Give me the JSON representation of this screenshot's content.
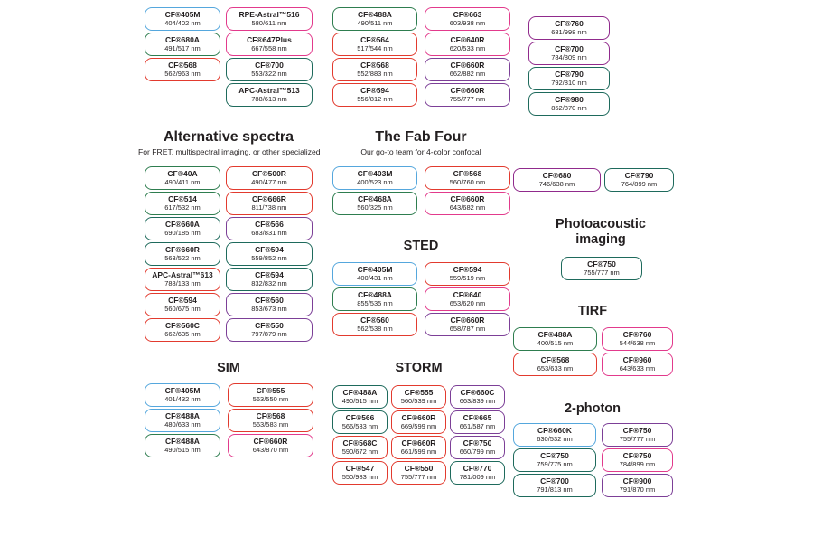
{
  "palette": {
    "blue": "#55a7dd",
    "green": "#2e7d4f",
    "teal": "#1e6a5c",
    "red": "#e23a2e",
    "pink": "#e23a8c",
    "purple": "#7c3f97",
    "plum": "#902a8c",
    "text": "#231f20"
  },
  "headers": {
    "alternative_title": "Alternative spectra",
    "alternative_subtitle": "For FRET, multispectral imaging, or other specialized",
    "fabfour_title": "The Fab Four",
    "fabfour_subtitle": "Our go-to team for 4-color confocal",
    "sted_title": "STED",
    "sim_title": "SIM",
    "storm_title": "STORM",
    "photoacoustic_title": "Photoacoustic imaging",
    "tirf_title": "TIRF",
    "twophoton_title": "2-photon"
  },
  "groups": {
    "top_col_1": [
      {
        "n": "CF®405M",
        "r": "404/402 nm",
        "c": "blue"
      },
      {
        "n": "CF®680A",
        "r": "491/517 nm",
        "c": "green"
      },
      {
        "n": "CF®568",
        "r": "562/963 nm",
        "c": "red"
      }
    ],
    "top_col_2": [
      {
        "n": "RPE-Astral™516",
        "r": "580/611 nm",
        "c": "pink"
      },
      {
        "n": "CF®647Plus",
        "r": "667/558 nm",
        "c": "pink"
      },
      {
        "n": "CF®700",
        "r": "553/322 nm",
        "c": "teal"
      },
      {
        "n": "APC-Astral™513",
        "r": "788/613 nm",
        "c": "teal"
      }
    ],
    "top_col_3": [
      {
        "n": "CF®488A",
        "r": "490/511 nm",
        "c": "green"
      },
      {
        "n": "CF®564",
        "r": "517/544 nm",
        "c": "red"
      },
      {
        "n": "CF®568",
        "r": "552/883 nm",
        "c": "red"
      },
      {
        "n": "CF®594",
        "r": "556/812 nm",
        "c": "red"
      }
    ],
    "top_col_4": [
      {
        "n": "CF®663",
        "r": "603/938 nm",
        "c": "pink"
      },
      {
        "n": "CF®640R",
        "r": "620/533 nm",
        "c": "pink"
      },
      {
        "n": "CF®660R",
        "r": "662/882 nm",
        "c": "purple"
      },
      {
        "n": "CF®660R",
        "r": "755/777 nm",
        "c": "purple"
      }
    ],
    "top_col_5": [
      {
        "n": "CF®760",
        "r": "681/998 nm",
        "c": "plum"
      },
      {
        "n": "CF®700",
        "r": "784/809 nm",
        "c": "plum"
      },
      {
        "n": "CF®790",
        "r": "792/810 nm",
        "c": "teal"
      },
      {
        "n": "CF®980",
        "r": "852/870 nm",
        "c": "teal"
      }
    ],
    "alt_left": [
      {
        "n": "CF®40A",
        "r": "490/411 nm",
        "c": "green"
      },
      {
        "n": "CF®514",
        "r": "617/532 nm",
        "c": "green"
      },
      {
        "n": "CF®660A",
        "r": "690/185 nm",
        "c": "teal"
      },
      {
        "n": "CF®660R",
        "r": "563/522 nm",
        "c": "teal"
      },
      {
        "n": "APC-Astral™613",
        "r": "788/133 nm",
        "c": "red"
      },
      {
        "n": "CF®594",
        "r": "560/675 nm",
        "c": "red"
      },
      {
        "n": "CF®560C",
        "r": "662/635 nm",
        "c": "red"
      }
    ],
    "alt_right": [
      {
        "n": "CF®500R",
        "r": "490/477 nm",
        "c": "red"
      },
      {
        "n": "CF®666R",
        "r": "811/738 nm",
        "c": "red"
      },
      {
        "n": "CF®566",
        "r": "683/831 nm",
        "c": "purple"
      },
      {
        "n": "CF®594",
        "r": "559/852 nm",
        "c": "teal"
      },
      {
        "n": "CF®594",
        "r": "832/832 nm",
        "c": "teal"
      },
      {
        "n": "CF®560",
        "r": "853/673 nm",
        "c": "purple"
      },
      {
        "n": "CF®550",
        "r": "797/879 nm",
        "c": "purple"
      }
    ],
    "fab_left": [
      {
        "n": "CF®403M",
        "r": "400/523 nm",
        "c": "blue"
      },
      {
        "n": "CF®468A",
        "r": "560/325 nm",
        "c": "green"
      }
    ],
    "fab_right": [
      {
        "n": "CF®568",
        "r": "560/760 nm",
        "c": "red"
      },
      {
        "n": "CF®660R",
        "r": "643/682 nm",
        "c": "pink"
      }
    ],
    "sted_left": [
      {
        "n": "CF®405M",
        "r": "400/431 nm",
        "c": "blue"
      },
      {
        "n": "CF®488A",
        "r": "855/535 nm",
        "c": "green"
      },
      {
        "n": "CF®560",
        "r": "562/538 nm",
        "c": "red"
      }
    ],
    "sted_right": [
      {
        "n": "CF®594",
        "r": "559/519 nm",
        "c": "red"
      },
      {
        "n": "CF®640",
        "r": "653/620 nm",
        "c": "pink"
      },
      {
        "n": "CF®660R",
        "r": "658/787 nm",
        "c": "purple"
      }
    ],
    "sim_left": [
      {
        "n": "CF®405M",
        "r": "401/432 nm",
        "c": "blue"
      },
      {
        "n": "CF®488A",
        "r": "480/633 nm",
        "c": "blue"
      },
      {
        "n": "CF®488A",
        "r": "490/515 nm",
        "c": "green"
      }
    ],
    "sim_right": [
      {
        "n": "CF®555",
        "r": "563/550 nm",
        "c": "red"
      },
      {
        "n": "CF®568",
        "r": "563/583 nm",
        "c": "red"
      },
      {
        "n": "CF®660R",
        "r": "643/870 nm",
        "c": "pink"
      }
    ],
    "storm_col_1": [
      {
        "n": "CF®488A",
        "r": "490/515 nm",
        "c": "teal"
      },
      {
        "n": "CF®566",
        "r": "566/533 nm",
        "c": "teal"
      },
      {
        "n": "CF®568C",
        "r": "590/672 nm",
        "c": "red"
      },
      {
        "n": "CF®547",
        "r": "550/983 nm",
        "c": "red"
      }
    ],
    "storm_col_2": [
      {
        "n": "CF®555",
        "r": "560/539 nm",
        "c": "red"
      },
      {
        "n": "CF®660R",
        "r": "669/599 nm",
        "c": "red"
      },
      {
        "n": "CF®660R",
        "r": "661/599 nm",
        "c": "red"
      },
      {
        "n": "CF®550",
        "r": "755/777 nm",
        "c": "red"
      }
    ],
    "storm_col_3": [
      {
        "n": "CF®660C",
        "r": "663/839 nm",
        "c": "purple"
      },
      {
        "n": "CF®665",
        "r": "661/587 nm",
        "c": "purple"
      },
      {
        "n": "CF®750",
        "r": "660/799 nm",
        "c": "purple"
      },
      {
        "n": "CF®770",
        "r": "781/009 nm",
        "c": "teal"
      }
    ],
    "right_pair_1": [
      {
        "n": "CF®680",
        "r": "746/638 nm",
        "c": "plum"
      }
    ],
    "right_pair_2": [
      {
        "n": "CF®790",
        "r": "764/899 nm",
        "c": "teal"
      }
    ],
    "photoacoustic": [
      {
        "n": "CF®750",
        "r": "755/777 nm",
        "c": "teal"
      }
    ],
    "tirf_left": [
      {
        "n": "CF®488A",
        "r": "400/515 nm",
        "c": "green"
      },
      {
        "n": "CF®568",
        "r": "653/633 nm",
        "c": "red"
      }
    ],
    "tirf_right": [
      {
        "n": "CF®760",
        "r": "544/638 nm",
        "c": "pink"
      },
      {
        "n": "CF®960",
        "r": "643/633 nm",
        "c": "pink"
      }
    ],
    "twophoton_left": [
      {
        "n": "CF®660K",
        "r": "630/532 nm",
        "c": "blue"
      },
      {
        "n": "CF®750",
        "r": "759/775 nm",
        "c": "teal"
      },
      {
        "n": "CF®700",
        "r": "791/813 nm",
        "c": "teal"
      }
    ],
    "twophoton_right": [
      {
        "n": "CF®750",
        "r": "755/777 nm",
        "c": "purple"
      },
      {
        "n": "CF®750",
        "r": "784/899 nm",
        "c": "pink"
      },
      {
        "n": "CF®900",
        "r": "791/870 nm",
        "c": "purple"
      }
    ]
  }
}
